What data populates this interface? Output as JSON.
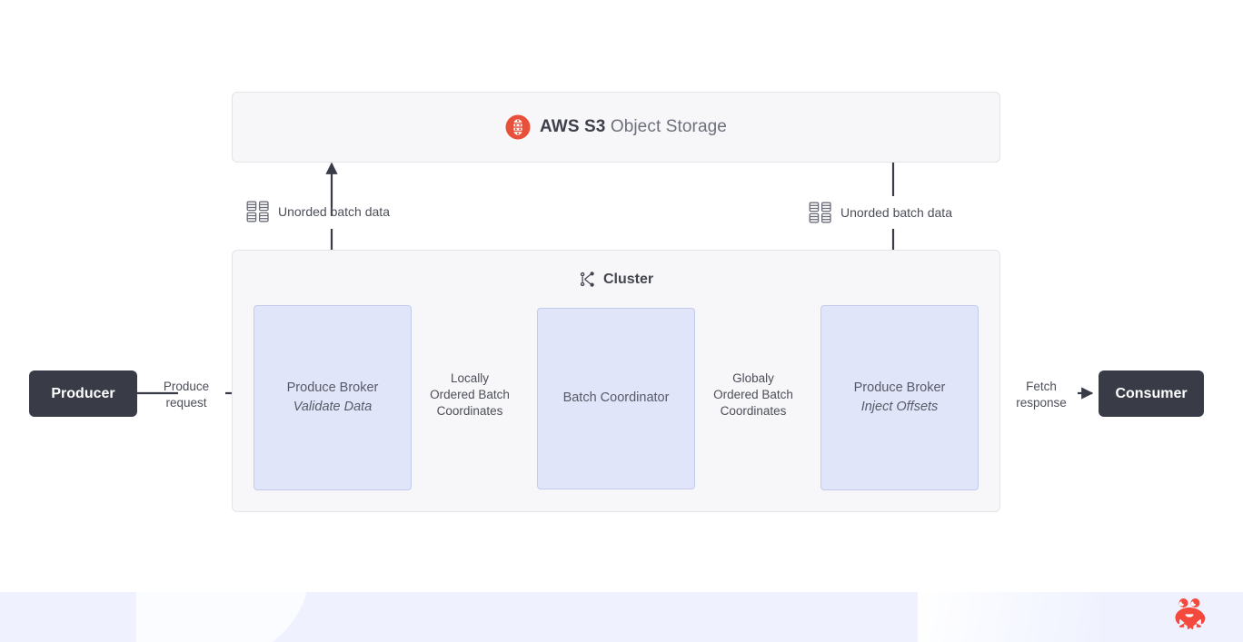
{
  "diagram": {
    "s3": {
      "icon": "aws-s3-icon",
      "title_strong": "AWS S3",
      "title_light": " Object Storage"
    },
    "cluster": {
      "icon": "cluster-network-icon",
      "label": "Cluster"
    },
    "nodes": [
      {
        "id": "produce-broker-1",
        "title": "Produce Broker",
        "subtitle": "Validate Data"
      },
      {
        "id": "batch-coordinator",
        "title": "Batch Coordinator",
        "subtitle": ""
      },
      {
        "id": "produce-broker-2",
        "title": "Produce Broker",
        "subtitle": "Inject Offsets"
      }
    ],
    "endpoints": {
      "producer": "Producer",
      "consumer": "Consumer"
    },
    "edge_labels": {
      "produce_request": "Produce\nrequest",
      "locally_ordered": "Locally\nOrdered Batch\nCoordinates",
      "globaly_ordered": "Globaly\nOrdered Batch\nCoordinates",
      "fetch_response": "Fetch\nresponse"
    },
    "batch_labels": {
      "left": "Unorded batch data",
      "right": "Unorded batch data"
    },
    "watermark": {
      "icon": "crab-logo-icon"
    },
    "colors": {
      "page_background": "#ffffff",
      "container_fill": "#f7f7f9",
      "container_border": "#e3e3e8",
      "node_fill": "#e0e5f9",
      "node_border": "#c3cbee",
      "endpoint_fill": "#393b47",
      "endpoint_text": "#ffffff",
      "arrow": "#393b47",
      "text_primary": "#4c4e59",
      "accent_red": "#e8503a",
      "footer_band": "#eff2fe"
    }
  }
}
